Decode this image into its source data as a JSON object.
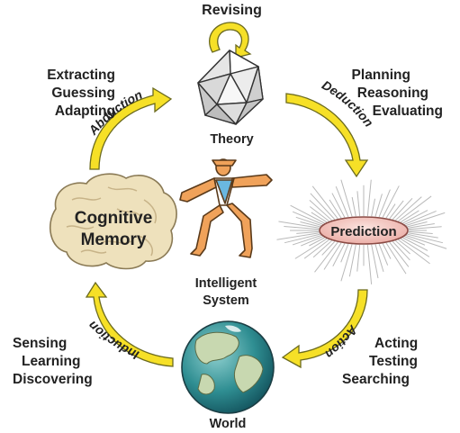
{
  "revising": "Revising",
  "theory": "Theory",
  "prediction": "Prediction",
  "world": "World",
  "cognitive_memory": [
    "Cognitive",
    "Memory"
  ],
  "intelligent_system": [
    "Intelligent",
    "System"
  ],
  "top_left": [
    "Extracting",
    "Guessing",
    "Adapting"
  ],
  "top_right": [
    "Planning",
    "Reasoning",
    "Evaluating"
  ],
  "bottom_left": [
    "Sensing",
    "Learning",
    "Discovering"
  ],
  "bottom_right": [
    "Acting",
    "Testing",
    "Searching"
  ],
  "arcs": {
    "abduction": "Abduction",
    "deduction": "Deduction",
    "induction": "Induction",
    "action": "Action"
  },
  "colors": {
    "arrow_fill": "#f6e027",
    "arrow_stroke": "#6b6a1e",
    "prediction_fill": "#f4c7c2",
    "brain_fill": "#eee1bc",
    "ocean": "#2f8e92",
    "land": "#c8d8b0"
  }
}
